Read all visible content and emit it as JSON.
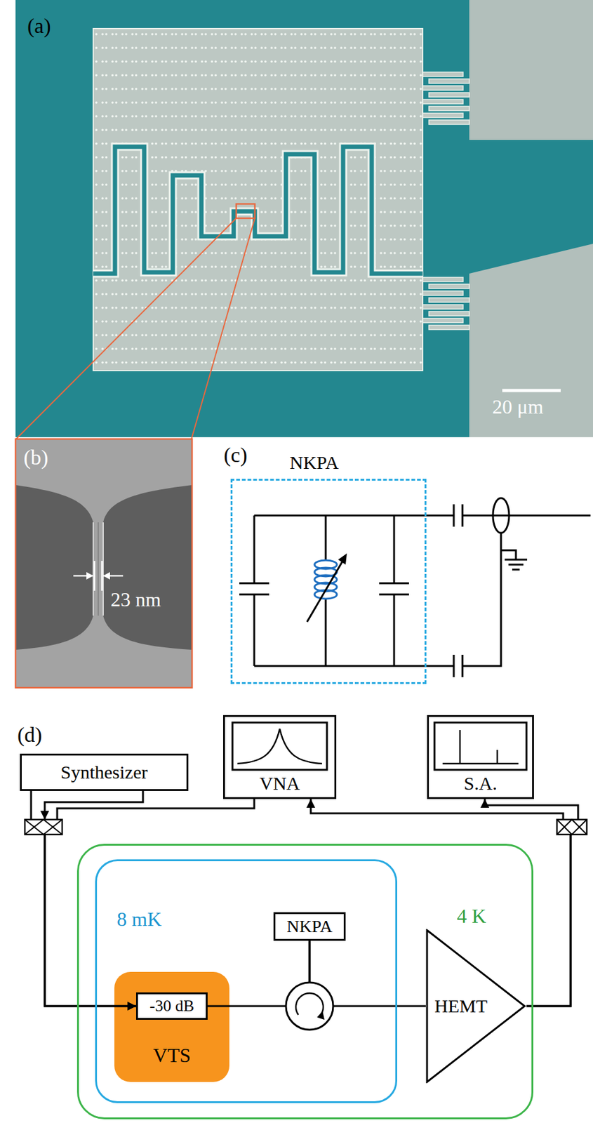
{
  "diagram": {
    "nodes": [
      {
        "text": [
          "NKPA"
        ]
      },
      {
        "text": [
          "Synthesizer"
        ]
      },
      {
        "text": [
          "VNA"
        ]
      },
      {
        "text": [
          "S.A."
        ]
      },
      {
        "text": [
          "4 K"
        ]
      },
      {
        "text": [
          "8 mK"
        ],
        "in": 4
      },
      {
        "text": [
          "NKPA"
        ],
        "in": 5
      },
      {
        "text": [
          "VTS"
        ],
        "in": 5
      },
      {
        "text": [
          "-30 dB"
        ],
        "in": 7
      },
      {
        "text": [
          "HEMT"
        ],
        "in": 4
      }
    ],
    "edges": [
      {
        "from": 1,
        "to": 8,
        "arrow": "to"
      },
      {
        "from": 2,
        "to": 8,
        "arrow": "to"
      },
      {
        "from": 8,
        "to": 6,
        "arrow": "none"
      },
      {
        "from": 6,
        "to": 9,
        "arrow": "none"
      },
      {
        "from": 9,
        "to": 2,
        "arrow": "to"
      },
      {
        "from": 9,
        "to": 3,
        "arrow": "to"
      }
    ],
    "labels": [
      "(a)",
      "20 μm",
      "(b)",
      "23 nm",
      "(c)",
      "(d)"
    ]
  }
}
